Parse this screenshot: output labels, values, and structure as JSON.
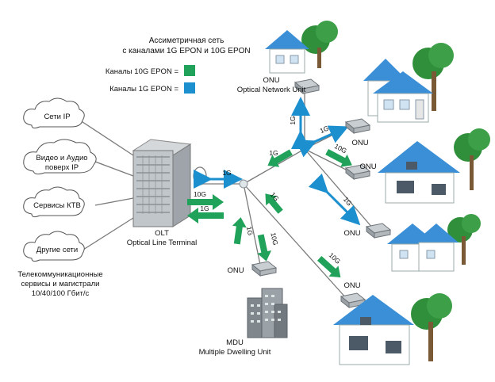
{
  "title": {
    "line1": "Ассиметричная сеть",
    "line2": "с каналами 1G EPON и 10G EPON"
  },
  "legend": {
    "green_label": "Каналы 10G EPON =",
    "blue_label": "Каналы 1G EPON ="
  },
  "colors": {
    "green": "#21a25a",
    "blue": "#1c8fcf",
    "line": "#7b7b7b",
    "house_roof": "#3b8fd6",
    "house_wall": "#ffffff",
    "tree": "#2f8f3a"
  },
  "services": {
    "ip": "Сети IP",
    "video": "Видео и Аудио поверх IP",
    "video_line1": "Видео и Аудио",
    "video_line2": "поверх IP",
    "ktv": "Сервисы КТВ",
    "other": "Другие сети"
  },
  "telecom": {
    "line1": "Телекоммуникационные",
    "line2": "сервисы и магистрали",
    "line3": "10/40/100 Гбит/с"
  },
  "olt": {
    "line1": "OLT",
    "line2": "Optical Line Terminal"
  },
  "onu_top": {
    "line1": "ONU",
    "line2": "Optical Network Unit"
  },
  "onu_label": "ONU",
  "mdu": {
    "line1": "MDU",
    "line2": "Multiple Dwelling Unit"
  },
  "links": {
    "g1": "1G",
    "g10": "10G"
  }
}
